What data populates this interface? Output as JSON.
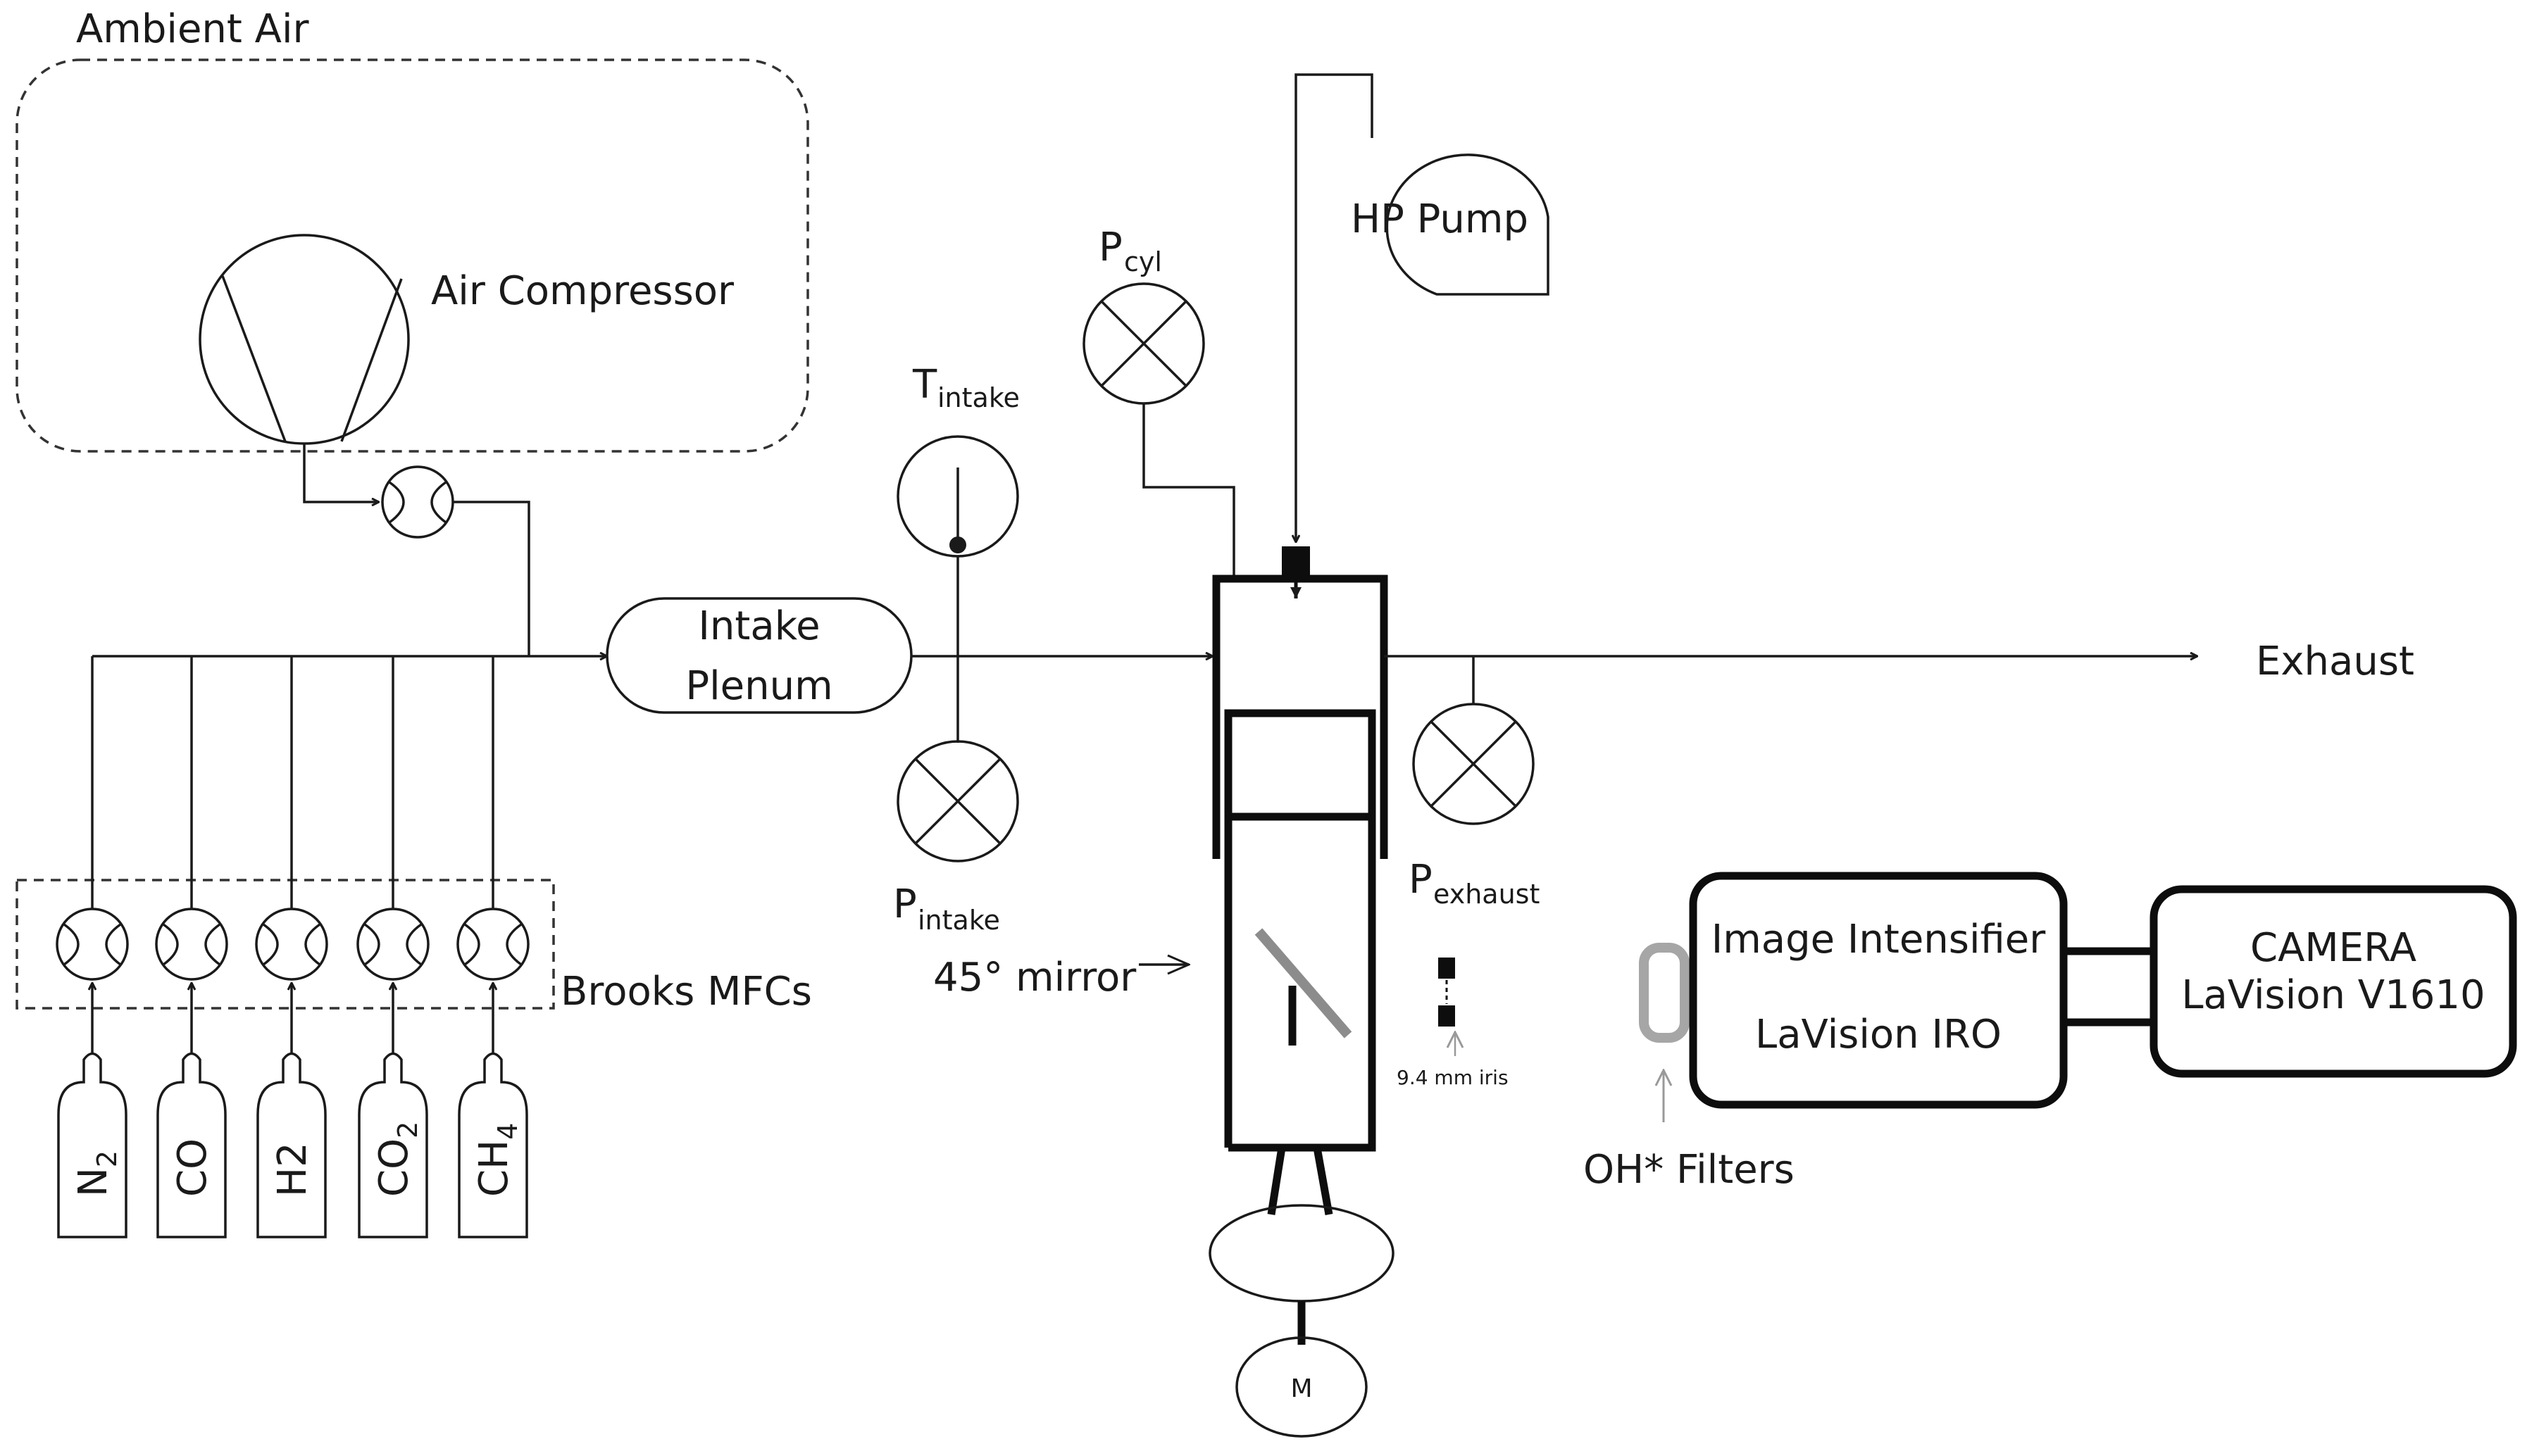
{
  "labels": {
    "ambient_air": "Ambient Air",
    "air_compressor": "Air Compressor",
    "hp_pump": "HP Pump",
    "intake_plenum_line1": "Intake",
    "intake_plenum_line2": "Plenum",
    "t_intake_main": "T",
    "t_intake_sub": "intake",
    "p_cyl_main": "P",
    "p_cyl_sub": "cyl",
    "p_intake_main": "P",
    "p_intake_sub": "intake",
    "p_exhaust_main": "P",
    "p_exhaust_sub": "exhaust",
    "exhaust": "Exhaust",
    "mirror": "45° mirror",
    "iris": "9.4 mm iris",
    "brooks_mfcs": "Brooks MFCs",
    "oh_filters": "OH* Filters",
    "intensifier_line1": "Image Intensifier",
    "intensifier_line2": "LaVision IRO",
    "camera_line1": "CAMERA",
    "camera_line2": "LaVision V1610",
    "motor": "M"
  },
  "gas_cylinders": [
    {
      "main": "N",
      "sub": "2"
    },
    {
      "main": "CO",
      "sub": ""
    },
    {
      "main": "H2",
      "sub": ""
    },
    {
      "main": "CO",
      "sub": "2"
    },
    {
      "main": "CH",
      "sub": "4"
    }
  ]
}
